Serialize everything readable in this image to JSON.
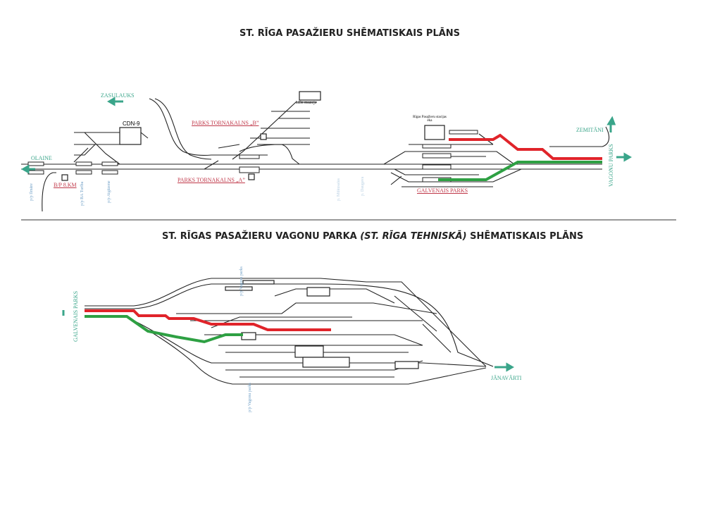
{
  "titles": {
    "top": "ST. RĪGA PASAŽIERU SHĒMATISKAIS PLĀNS",
    "bottom_a": "ST. RĪGAS PASAŽIERU VAGONU PARKA ",
    "bottom_b": "(ST. RĪGA TEHNISKĀ)",
    "bottom_c": " SHĒMATISKAIS PLĀNS"
  },
  "top_plan": {
    "directions": {
      "zasulauks": "ZASULAUKS",
      "olaine": "OLAINE",
      "zemitani": "ZEMITĀNI",
      "vagonu_parks": "VAGONU PARKS"
    },
    "parks": {
      "tornakalns_b": "PARKS TORNAKALNS „B”",
      "tornakalns_a": "PARKS TORNAKALNS „A”",
      "galvenais": "GALVENAIS PARKS"
    },
    "buildings": {
      "cdn9": "CDN-9",
      "museum": "LDz muzejs",
      "station": "Rīgas Pasažieru stacijas ēka"
    },
    "stops": {
      "bp8km": "B/P 8.KM",
      "pp1": "p/p Ilmāre",
      "pp2": "p/p BA Turība",
      "pp3": "p/p Atgāzene",
      "pp4": "p. Mūkusalas",
      "pp5": "p. Daugava"
    }
  },
  "bottom_plan": {
    "directions": {
      "galvenais": "GALVENAIS PARKS",
      "janavarti": "JĀNAVĀRTI"
    },
    "stops": {
      "vp_top": "p/p Vagonu parks",
      "vp_bottom": "p/p Vagonu parks"
    }
  },
  "colors": {
    "route_red": "#e0242a",
    "route_green": "#2ea043",
    "teal": "#3aa58a"
  }
}
